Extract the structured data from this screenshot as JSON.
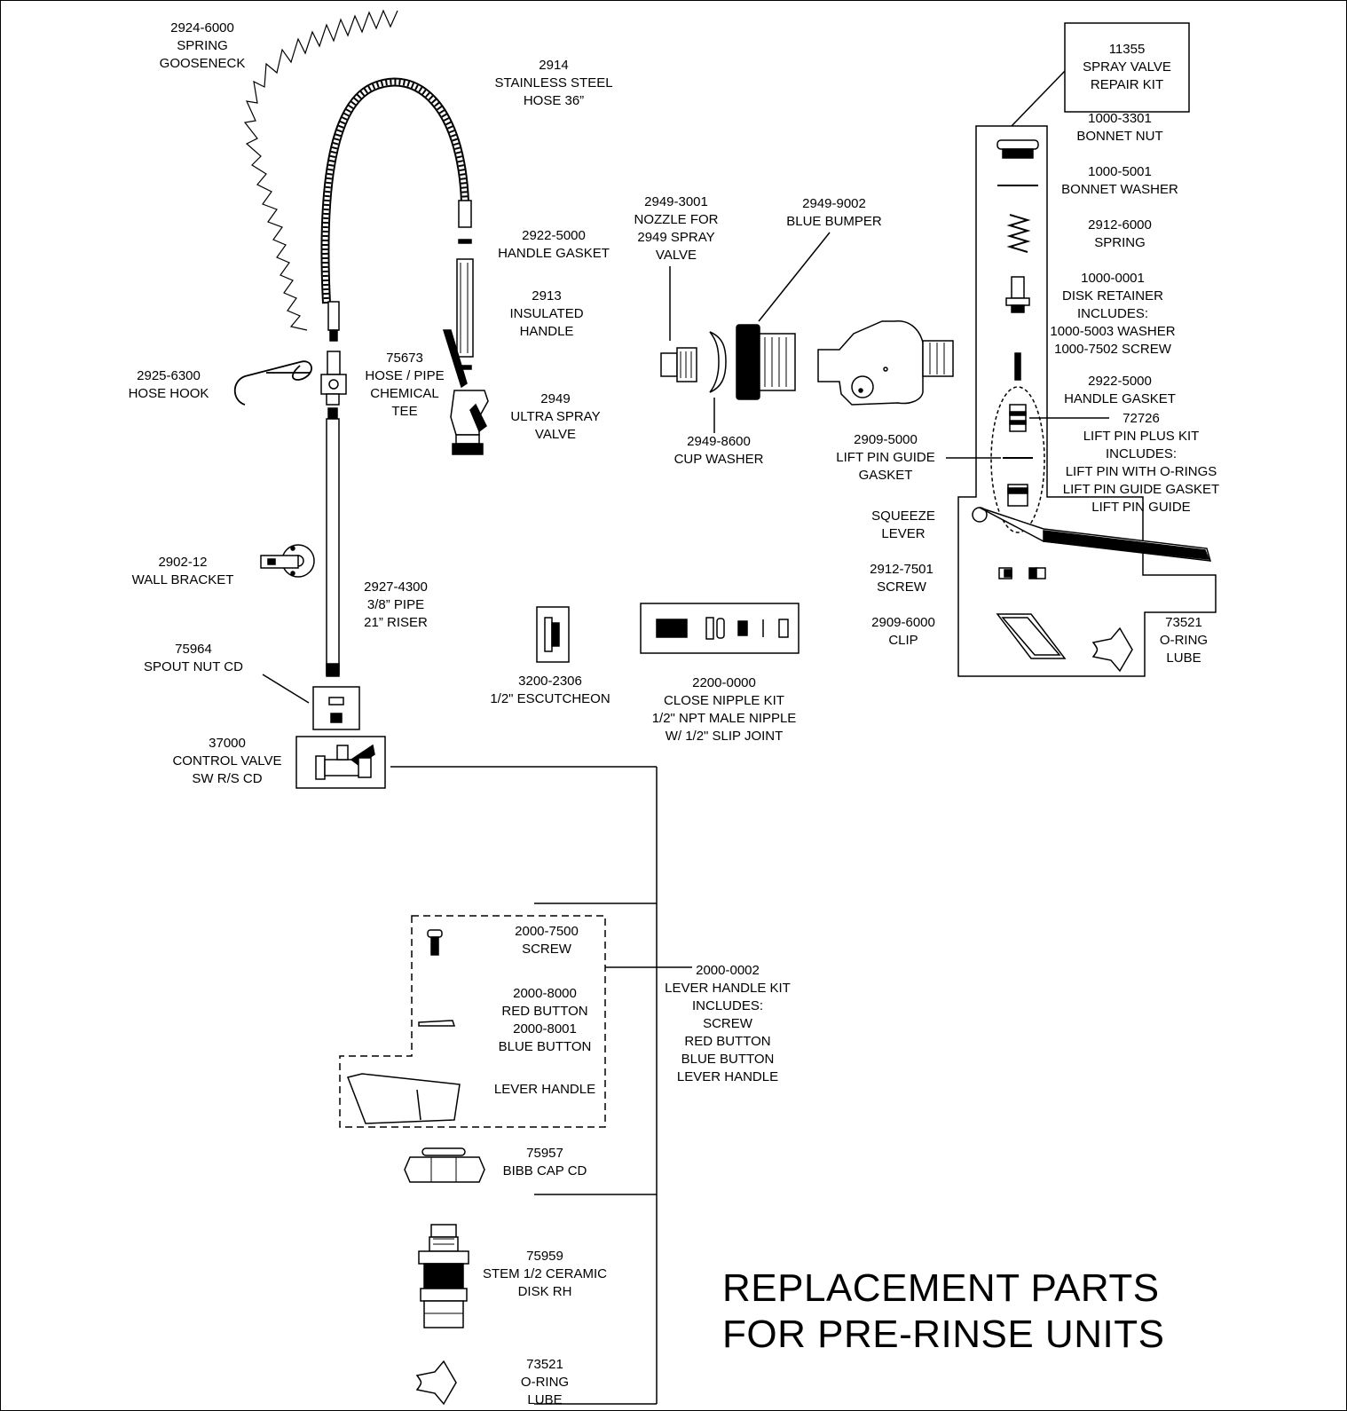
{
  "title": [
    "REPLACEMENT PARTS",
    "FOR PRE-RINSE UNITS"
  ],
  "callouts": [
    {
      "id": "spring-gooseneck",
      "lines": [
        "2924-6000",
        "SPRING",
        "GOOSENECK"
      ]
    },
    {
      "id": "stainless-steel-hose",
      "lines": [
        "2914",
        "STAINLESS STEEL",
        "HOSE 36”"
      ]
    },
    {
      "id": "handle-gasket",
      "lines": [
        "2922-5000",
        "HANDLE GASKET"
      ]
    },
    {
      "id": "insulated-handle",
      "lines": [
        "2913",
        "INSULATED",
        "HANDLE"
      ]
    },
    {
      "id": "hose-pipe-tee",
      "lines": [
        "75673",
        "HOSE / PIPE",
        "CHEMICAL",
        "TEE"
      ]
    },
    {
      "id": "ultra-spray-valve",
      "lines": [
        "2949",
        "ULTRA SPRAY",
        "VALVE"
      ]
    },
    {
      "id": "hose-hook",
      "lines": [
        "2925-6300",
        "HOSE HOOK"
      ]
    },
    {
      "id": "wall-bracket",
      "lines": [
        "2902-12",
        "WALL BRACKET"
      ]
    },
    {
      "id": "pipe-riser",
      "lines": [
        "2927-4300",
        "3/8” PIPE",
        "21” RISER"
      ]
    },
    {
      "id": "spout-nut",
      "lines": [
        "75964",
        "SPOUT NUT CD"
      ]
    },
    {
      "id": "control-valve",
      "lines": [
        "37000",
        "CONTROL VALVE",
        "SW R/S CD"
      ]
    },
    {
      "id": "nozzle",
      "lines": [
        "2949-3001",
        "NOZZLE FOR",
        "2949 SPRAY",
        "VALVE"
      ]
    },
    {
      "id": "blue-bumper",
      "lines": [
        "2949-9002",
        "BLUE BUMPER"
      ]
    },
    {
      "id": "cup-washer",
      "lines": [
        "2949-8600",
        "CUP WASHER"
      ]
    },
    {
      "id": "escutcheon",
      "lines": [
        "3200-2306",
        "1/2\" ESCUTCHEON"
      ]
    },
    {
      "id": "close-nipple-kit",
      "lines": [
        "2200-0000",
        "CLOSE NIPPLE KIT",
        "1/2\" NPT MALE NIPPLE",
        "W/ 1/2\" SLIP JOINT"
      ]
    },
    {
      "id": "repair-kit",
      "lines": [
        "11355",
        "SPRAY VALVE",
        "REPAIR KIT"
      ]
    },
    {
      "id": "bonnet-nut",
      "lines": [
        "1000-3301",
        "BONNET NUT"
      ]
    },
    {
      "id": "bonnet-washer",
      "lines": [
        "1000-5001",
        "BONNET WASHER"
      ]
    },
    {
      "id": "spring",
      "lines": [
        "2912-6000",
        "SPRING"
      ]
    },
    {
      "id": "disk-retainer",
      "lines": [
        "1000-0001",
        "DISK RETAINER",
        "INCLUDES:",
        "1000-5003 WASHER",
        "1000-7502 SCREW"
      ]
    },
    {
      "id": "kit-handle-gasket",
      "lines": [
        "2922-5000",
        "HANDLE GASKET"
      ]
    },
    {
      "id": "lift-pin-kit",
      "lines": [
        "72726",
        "LIFT PIN PLUS KIT",
        "INCLUDES:",
        "LIFT PIN WITH O-RINGS",
        "LIFT PIN GUIDE GASKET",
        "LIFT PIN GUIDE"
      ]
    },
    {
      "id": "lift-pin-guide-gasket",
      "lines": [
        "2909-5000",
        "LIFT PIN GUIDE",
        "GASKET"
      ]
    },
    {
      "id": "squeeze-lever",
      "lines": [
        "SQUEEZE",
        "LEVER"
      ]
    },
    {
      "id": "screw-7501",
      "lines": [
        "2912-7501",
        "SCREW"
      ]
    },
    {
      "id": "clip",
      "lines": [
        "2909-6000",
        "CLIP"
      ]
    },
    {
      "id": "o-ring-lube-kit",
      "lines": [
        "73521",
        "O-RING",
        "LUBE"
      ]
    },
    {
      "id": "screw-7500",
      "lines": [
        "2000-7500",
        "SCREW"
      ]
    },
    {
      "id": "buttons",
      "lines": [
        "2000-8000",
        "RED BUTTON",
        "2000-8001",
        "BLUE BUTTON"
      ]
    },
    {
      "id": "lever-handle",
      "lines": [
        "LEVER HANDLE"
      ]
    },
    {
      "id": "lever-handle-kit",
      "lines": [
        "2000-0002",
        "LEVER HANDLE KIT",
        "INCLUDES:",
        "SCREW",
        "RED BUTTON",
        "BLUE BUTTON",
        "LEVER HANDLE"
      ]
    },
    {
      "id": "bibb-cap",
      "lines": [
        "75957",
        "BIBB CAP CD"
      ]
    },
    {
      "id": "stem",
      "lines": [
        "75959",
        "STEM 1/2 CERAMIC",
        "DISK RH"
      ]
    },
    {
      "id": "o-ring-lube",
      "lines": [
        "73521",
        "O-RING",
        "LUBE"
      ]
    }
  ]
}
